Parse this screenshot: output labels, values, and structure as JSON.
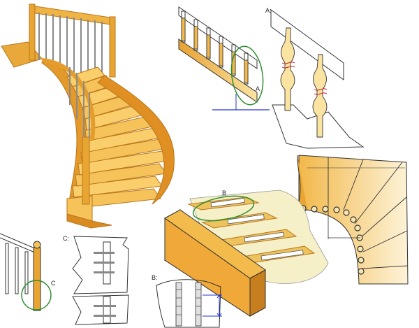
{
  "labels": {
    "detail_a_marker": "A",
    "detail_a_title": "A:",
    "detail_b_marker": "B",
    "detail_b_title": "B:",
    "detail_c_marker": "C",
    "detail_c_title": "C:"
  },
  "colors": {
    "wood_light": "#f6c35a",
    "wood_mid": "#e9a531",
    "wood_dark": "#b9761c",
    "highlight_circle": "#2f8f2f",
    "guide_line": "#2233cc",
    "plate_fill": "#f6f0c8"
  }
}
